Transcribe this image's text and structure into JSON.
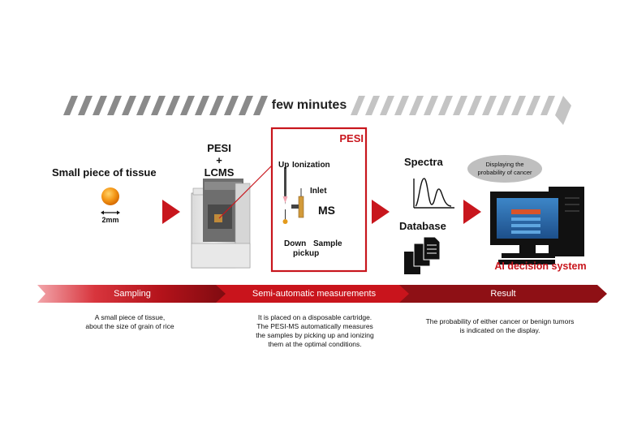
{
  "timeline": {
    "label": "few minutes"
  },
  "sampling": {
    "title": "Small piece of tissue",
    "scale": "2mm",
    "phase_label": "Sampling",
    "description": [
      "A small piece of tissue,",
      "about the size of grain of rice"
    ]
  },
  "instrument": {
    "line1": "PESI",
    "line2": "+",
    "line3": "LCMS"
  },
  "pesi_box": {
    "title": "PESI",
    "up": "Up",
    "ionization": "Ionization",
    "inlet": "Inlet",
    "ms": "MS",
    "down": "Down",
    "sample_pickup_1": "Sample",
    "sample_pickup_2": "pickup"
  },
  "measurement": {
    "phase_label": "Semi-automatic measurements",
    "description": [
      "It is placed on a disposable cartridge.",
      "The PESI-MS automatically measures",
      "the samples by picking up and ionizing",
      "them at the optimal conditions."
    ]
  },
  "analysis": {
    "spectra": "Spectra",
    "database": "Database"
  },
  "result": {
    "bubble_line1": "Displaying the",
    "bubble_line2": "probability of cancer",
    "system_label": "AI decision system",
    "phase_label": "Result",
    "description": [
      "The probability of either cancer or benign tumors",
      "is indicated on the display."
    ]
  },
  "colors": {
    "accent_red": "#c8161d",
    "dark_red": "#8e1015",
    "light_red": "#e45a62",
    "stripe_gray": "#8a8a8a",
    "stripe_light": "#c4c4c4"
  }
}
